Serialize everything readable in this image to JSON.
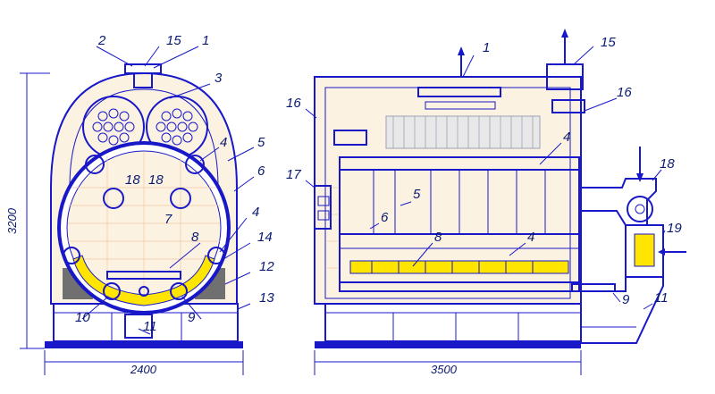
{
  "colors": {
    "outline": "#1818c8",
    "text": "#0a1a6e",
    "brick": "#fbf2e2",
    "tubes": "#ffe500",
    "ash": "#707070"
  },
  "front_view": {
    "width_dim": "2400",
    "height_dim": "3200",
    "labels": [
      "2",
      "15",
      "1",
      "3",
      "4",
      "5",
      "6",
      "18",
      "18",
      "7",
      "4",
      "8",
      "14",
      "12",
      "13",
      "10",
      "9",
      "11"
    ]
  },
  "side_view": {
    "width_dim": "3500",
    "labels": [
      "1",
      "15",
      "16",
      "16",
      "4",
      "17",
      "5",
      "6",
      "18",
      "8",
      "4",
      "19",
      "9",
      "11"
    ]
  }
}
